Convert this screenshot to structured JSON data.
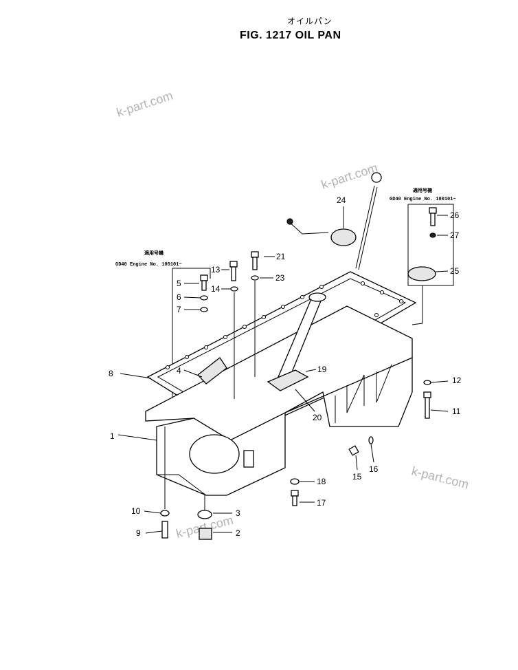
{
  "header": {
    "title_jp": "オイルパン",
    "title": "FIG. 1217  OIL PAN"
  },
  "watermarks": [
    "k-part.com",
    "k-part.com",
    "k-part.com",
    "k-part.com"
  ],
  "notes": [
    {
      "jp": "適用号機",
      "text": "GD40  Engine  No.  100101~"
    },
    {
      "jp": "適用号機",
      "text": "GD40  Engine  No.  100101~"
    }
  ],
  "callouts": [
    "1",
    "2",
    "3",
    "4",
    "5",
    "6",
    "7",
    "8",
    "9",
    "10",
    "11",
    "12",
    "13",
    "14",
    "15",
    "16",
    "17",
    "18",
    "19",
    "20",
    "21",
    "23",
    "24",
    "25",
    "26",
    "27"
  ]
}
